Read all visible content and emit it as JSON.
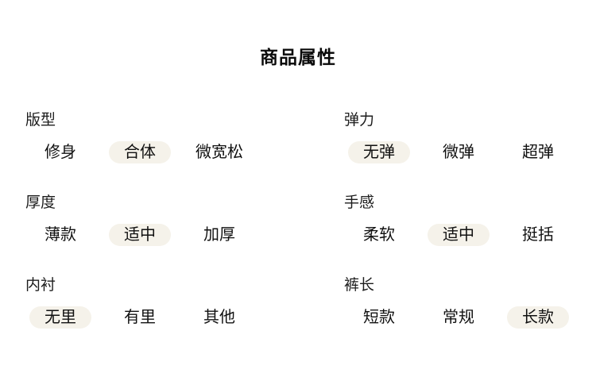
{
  "page": {
    "title": "商品属性"
  },
  "colors": {
    "background": "#ffffff",
    "text": "#111111",
    "selected_pill_background": "#f5f2ea"
  },
  "attributes": [
    {
      "label": "版型",
      "options": [
        {
          "text": "修身",
          "selected": false
        },
        {
          "text": "合体",
          "selected": true
        },
        {
          "text": "微宽松",
          "selected": false
        }
      ]
    },
    {
      "label": "弹力",
      "options": [
        {
          "text": "无弹",
          "selected": true
        },
        {
          "text": "微弹",
          "selected": false
        },
        {
          "text": "超弹",
          "selected": false
        }
      ]
    },
    {
      "label": "厚度",
      "options": [
        {
          "text": "薄款",
          "selected": false
        },
        {
          "text": "适中",
          "selected": true
        },
        {
          "text": "加厚",
          "selected": false
        }
      ]
    },
    {
      "label": "手感",
      "options": [
        {
          "text": "柔软",
          "selected": false
        },
        {
          "text": "适中",
          "selected": true
        },
        {
          "text": "挺括",
          "selected": false
        }
      ]
    },
    {
      "label": "内衬",
      "options": [
        {
          "text": "无里",
          "selected": true
        },
        {
          "text": "有里",
          "selected": false
        },
        {
          "text": "其他",
          "selected": false
        }
      ]
    },
    {
      "label": "裤长",
      "options": [
        {
          "text": "短款",
          "selected": false
        },
        {
          "text": "常规",
          "selected": false
        },
        {
          "text": "长款",
          "selected": true
        }
      ]
    }
  ]
}
